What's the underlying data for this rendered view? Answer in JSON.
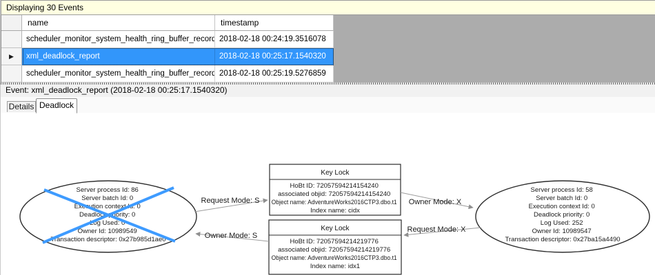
{
  "info_bar": {
    "title": "Displaying 30 Events"
  },
  "grid": {
    "columns": {
      "name": "name",
      "timestamp": "timestamp"
    },
    "rows": [
      {
        "name": "scheduler_monitor_system_health_ring_buffer_recorded",
        "timestamp": "2018-02-18 00:24:19.3516078"
      },
      {
        "name": "xml_deadlock_report",
        "timestamp": "2018-02-18 00:25:17.1540320"
      },
      {
        "name": "scheduler_monitor_system_health_ring_buffer_recorded",
        "timestamp": "2018-02-18 00:25:19.5276859"
      }
    ],
    "selected_row_index": 1,
    "selected_row_marker": "▶"
  },
  "event_bar": {
    "text": "Event: xml_deadlock_report (2018-02-18 00:25:17.1540320)"
  },
  "tabs": {
    "details": "Details",
    "deadlock": "Deadlock",
    "active": "Deadlock"
  },
  "graph": {
    "process_left": {
      "victim": true,
      "lines": [
        "Server process Id: 86",
        "Server batch Id: 0",
        "Execution context Id: 0",
        "Deadlock priority: 0",
        "Log Used: 0",
        "Owner Id: 10989549",
        "Transaction descriptor: 0x27b985d1ae0"
      ]
    },
    "process_right": {
      "victim": false,
      "lines": [
        "Server process Id: 58",
        "Server batch Id: 0",
        "Execution context Id: 0",
        "Deadlock priority: 0",
        "Log Used: 252",
        "Owner Id: 10989547",
        "Transaction descriptor: 0x27ba15a4490"
      ]
    },
    "resource_top": {
      "title": "Key Lock",
      "lines": [
        "HoBt ID: 72057594214154240",
        "associated objid: 72057594214154240",
        "Object name: AdventureWorks2016CTP3.dbo.t1",
        "Index name: cidx"
      ]
    },
    "resource_bottom": {
      "title": "Key Lock",
      "lines": [
        "HoBt ID: 72057594214219776",
        "associated objid: 72057594214219776",
        "Object name: AdventureWorks2016CTP3.dbo.t1",
        "Index name: idx1"
      ]
    },
    "edges": {
      "request_s": "Request Mode: S",
      "owner_s": "Owner Mode: S",
      "owner_x": "Owner Mode: X",
      "request_x": "Request Mode: X"
    },
    "colors": {
      "victim_cross": "#3E9BFF",
      "edge_line": "#9C9C9C",
      "node_stroke": "#2b2b2b"
    }
  },
  "colors": {
    "selection_bg": "#3296FB",
    "selection_text": "#FFFFFF",
    "info_bg": "#FFFFE1",
    "grid_empty_bg": "#ACACAC"
  }
}
